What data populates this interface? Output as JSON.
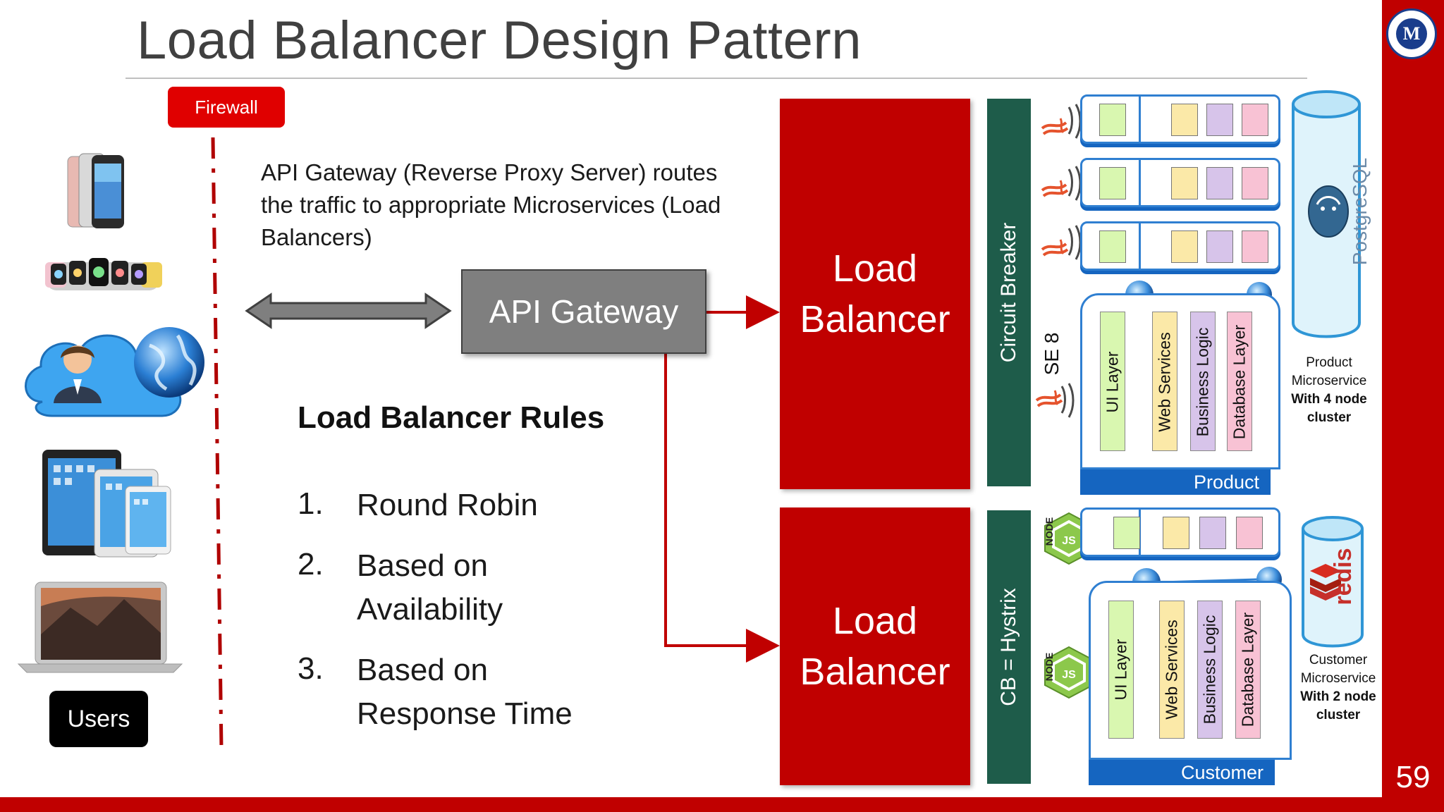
{
  "title": "Load Balancer Design Pattern",
  "page_number": "59",
  "firewall_label": "Firewall",
  "description": "API Gateway (Reverse Proxy Server) routes the traffic to appropriate Microservices (Load Balancers)",
  "gateway_label": "API Gateway",
  "rules": {
    "title": "Load Balancer Rules",
    "items": [
      {
        "num": "1.",
        "line1": "Round Robin",
        "line2": ""
      },
      {
        "num": "2.",
        "line1": "Based on",
        "line2": "Availability"
      },
      {
        "num": "3.",
        "line1": "Based on",
        "line2": "Response Time"
      }
    ]
  },
  "users_label": "Users",
  "load_balancer_label": "Load Balancer",
  "load_balancers": [
    {
      "line1": "Load",
      "line2": "Balancer"
    },
    {
      "line1": "Load",
      "line2": "Balancer"
    }
  ],
  "circuit_breaker_label": "Circuit Breaker",
  "hystrix_label": "CB = Hystrix",
  "se8_label": "SE 8",
  "product": {
    "container_label": "Product",
    "layers": [
      "UI Layer",
      "Web Services",
      "Business Logic",
      "Database Layer"
    ],
    "caption_line1": "Product",
    "caption_line2": "Microservice",
    "caption_line3": "With 4 node",
    "caption_line4": "cluster",
    "db_label": "PostgreSQL"
  },
  "customer": {
    "container_label": "Customer",
    "layers": [
      "UI Layer",
      "Web Services",
      "Business Logic",
      "Database Layer"
    ],
    "caption_line1": "Customer",
    "caption_line2": "Microservice",
    "caption_line3": "With 2 node",
    "caption_line4": "cluster",
    "db_label": "redis"
  },
  "node_label": "NODE",
  "logo_letter": "M",
  "colors": {
    "accent_red": "#c00000",
    "firewall_red": "#e00000",
    "circuit_breaker_green": "#1e5c4a",
    "gateway_gray": "#7f7f7f",
    "stack_blue": "#1565c0",
    "layer_ui": "#d9f7b0",
    "layer_web": "#fbe9a8",
    "layer_logic": "#d7c4ea",
    "layer_db": "#f8c2d4"
  },
  "icons": [
    "iphone-icon",
    "smartwatch-icon",
    "cloud-user-globe-icon",
    "ipad-icon",
    "macbook-icon",
    "java-icon",
    "nodejs-icon",
    "globe-icon",
    "postgresql-icon",
    "redis-icon",
    "logo-icon"
  ]
}
